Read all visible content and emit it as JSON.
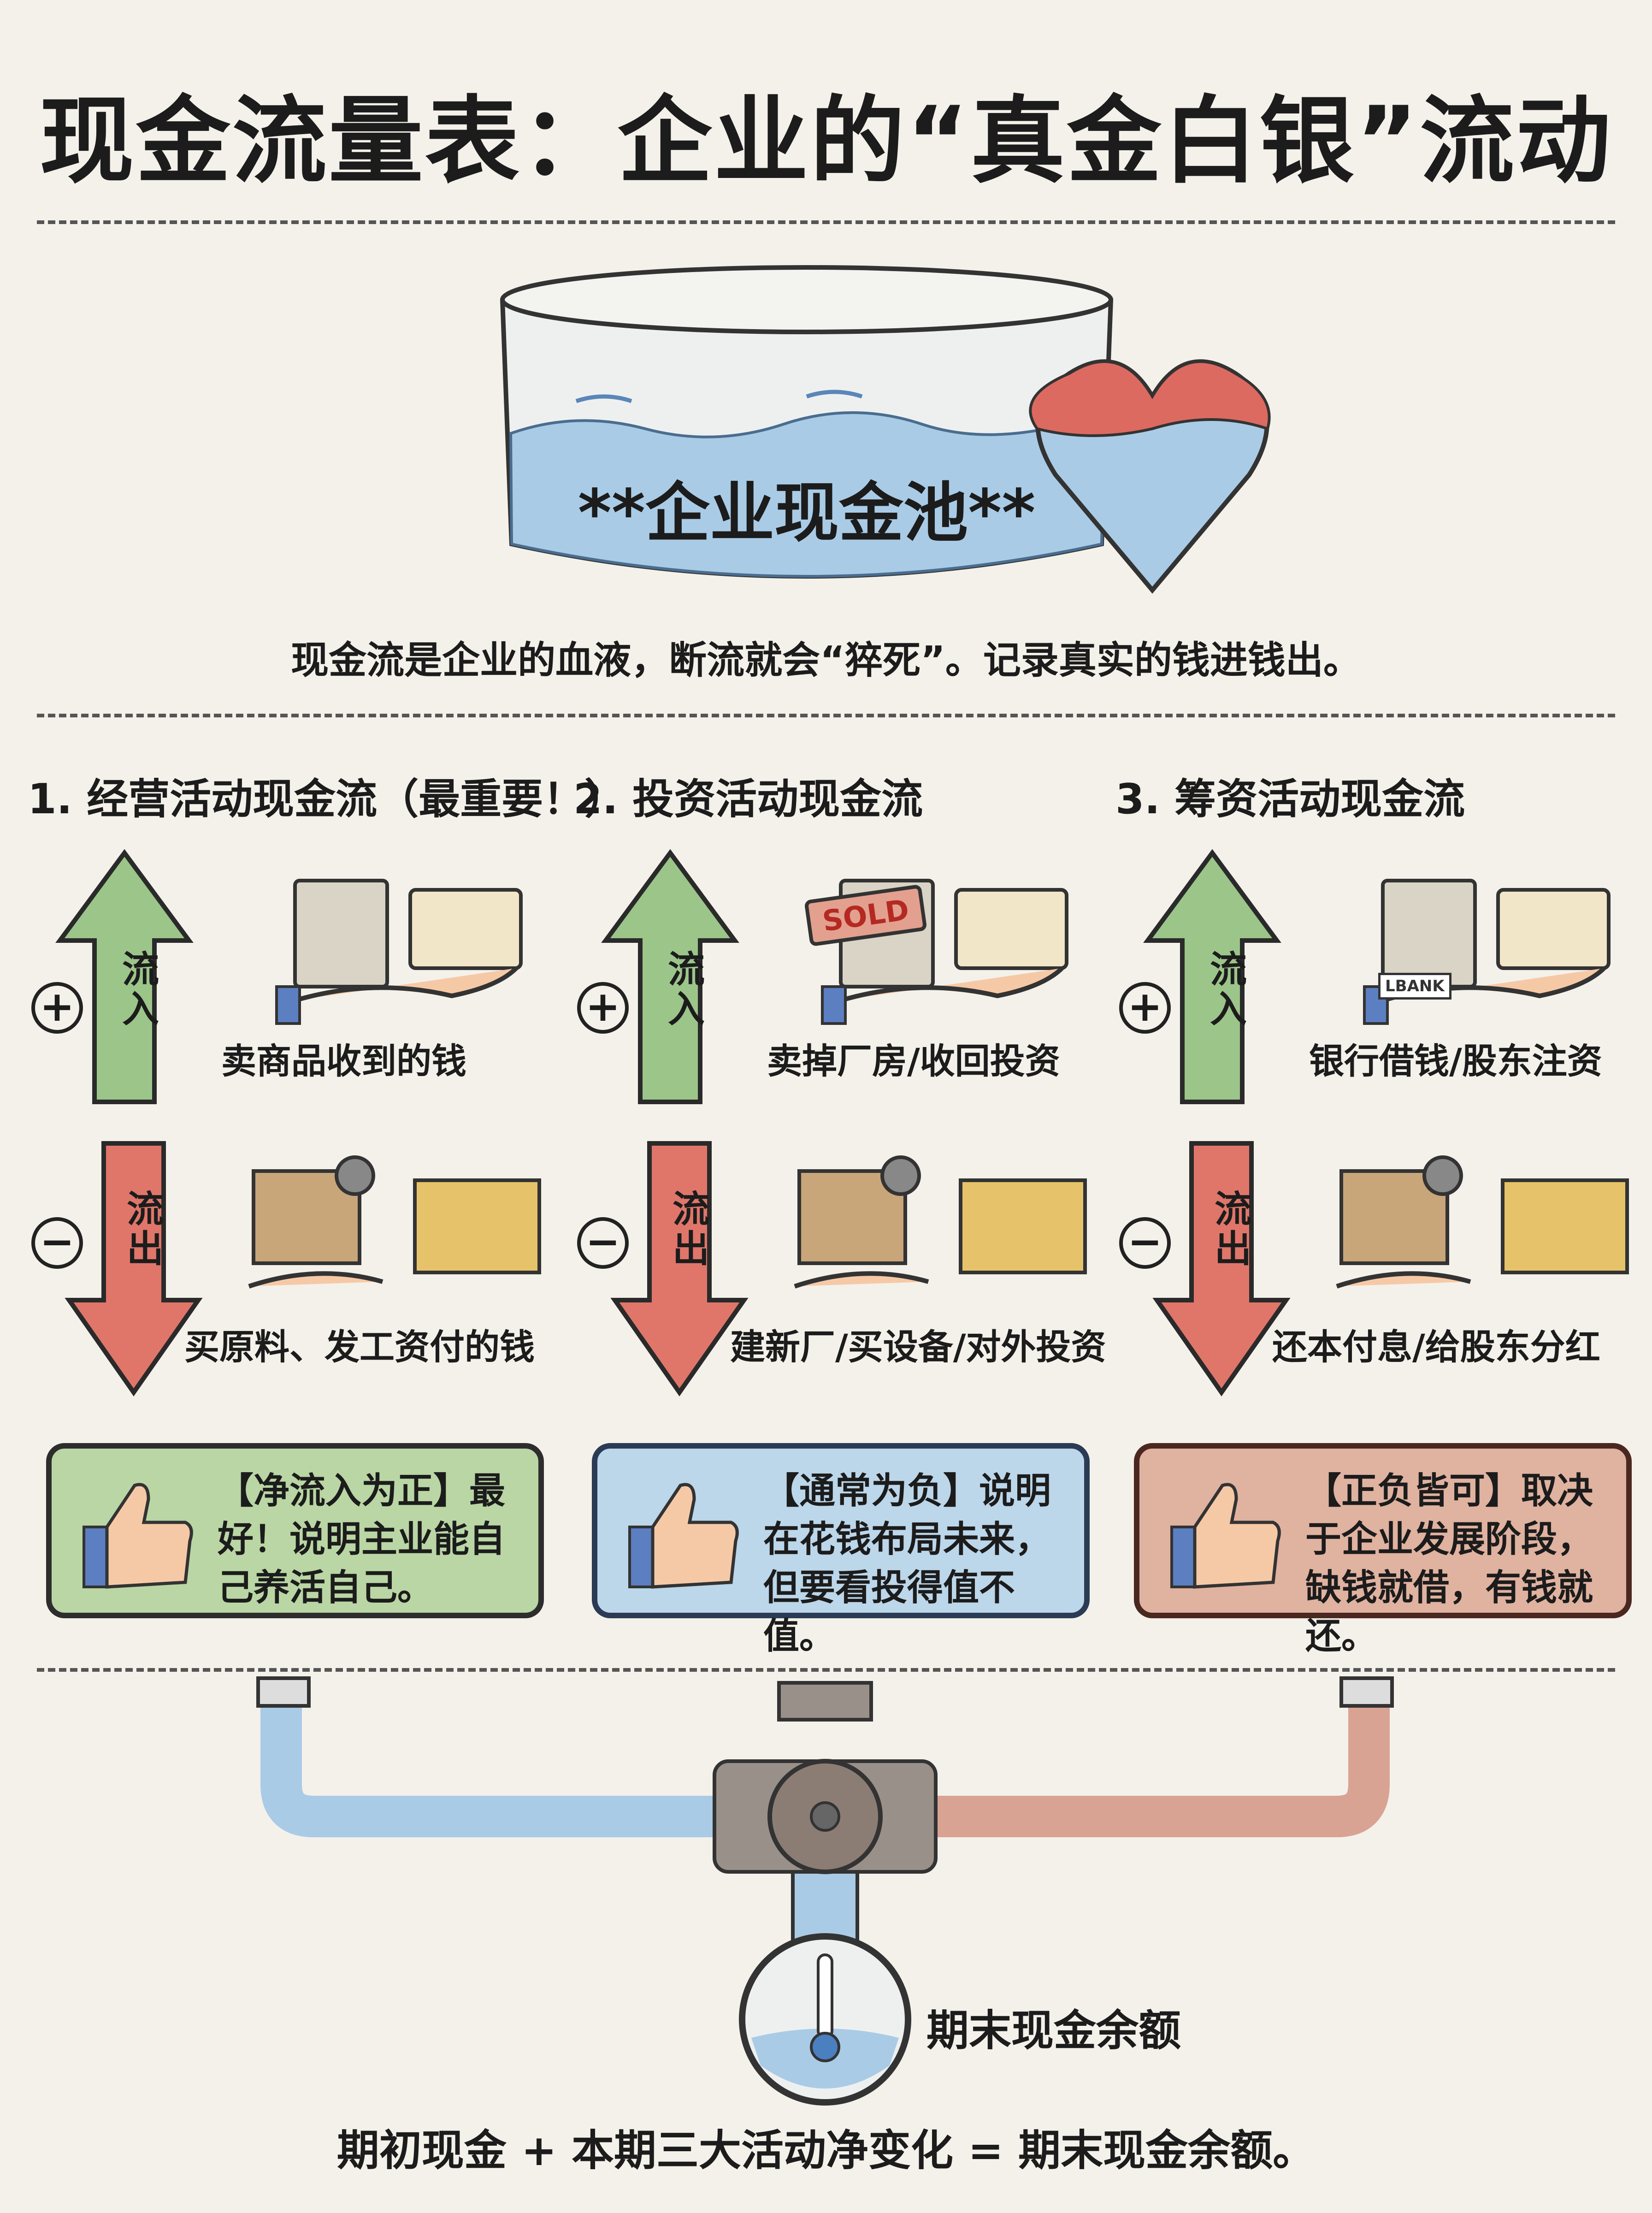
{
  "title": "现金流量表：企业的“真金白银”流动",
  "hero": {
    "pool_label": "**企业现金池**",
    "caption": "现金流是企业的血液，断流就会“猝死”。记录真实的钱进钱出。"
  },
  "columns": [
    {
      "title": "1. 经营活动现金流（最重要！）",
      "in_arrow": "流入",
      "out_arrow": "流出",
      "in_desc": "卖商品收到的钱",
      "out_desc": "买原料、发工资付的钱",
      "note": "【净流入为正】最好！说明主业能自己养活自己。",
      "note_color": "#b9d6a4",
      "note_border": "#2d2d2d",
      "in_icon": "money-in-hand-icon",
      "out_icons": [
        "box-and-money-icon",
        "salary-envelope-icon"
      ],
      "note_icon": "thumbs-up-icon"
    },
    {
      "title": "2. 投资活动现金流",
      "in_arrow": "流入",
      "out_arrow": "流出",
      "in_desc": "卖掉厂房/收回投资",
      "out_desc": "建新厂/买设备/对外投资",
      "note": "【通常为负】说明在花钱布局未来，但要看投得值不值。",
      "note_color": "#bcd6ea",
      "note_border": "#2b3b55",
      "sold_sign": "SOLD",
      "in_icon": "sold-factory-icon",
      "out_icons": [
        "construction-crane-icon",
        "sewing-machine-icon"
      ],
      "note_icon": "telescope-icon"
    },
    {
      "title": "3. 筹资活动现金流",
      "in_arrow": "流入",
      "out_arrow": "流出",
      "in_desc": "银行借钱/股东注资",
      "out_desc": "还本付息/给股东分红",
      "note": "【正负皆可】取决于企业发展阶段，缺钱就借，有钱就还。",
      "note_color": "#e0b2a0",
      "note_border": "#4a2820",
      "bank_doc": "LBANK",
      "in_icon": "bank-loan-icon",
      "out_icons": [
        "clock-coins-icon",
        "dividend-icon"
      ],
      "note_icon": "handshake-icon"
    }
  ],
  "bottom": {
    "end_label": "期末现金余额",
    "formula": "期初现金 + 本期三大活动净变化 = 期末现金余额。"
  },
  "colors": {
    "in_arrow": "#9cc58a",
    "out_arrow": "#e0766a",
    "water": "#a9cbe6",
    "heart_red": "#dc6a60"
  }
}
